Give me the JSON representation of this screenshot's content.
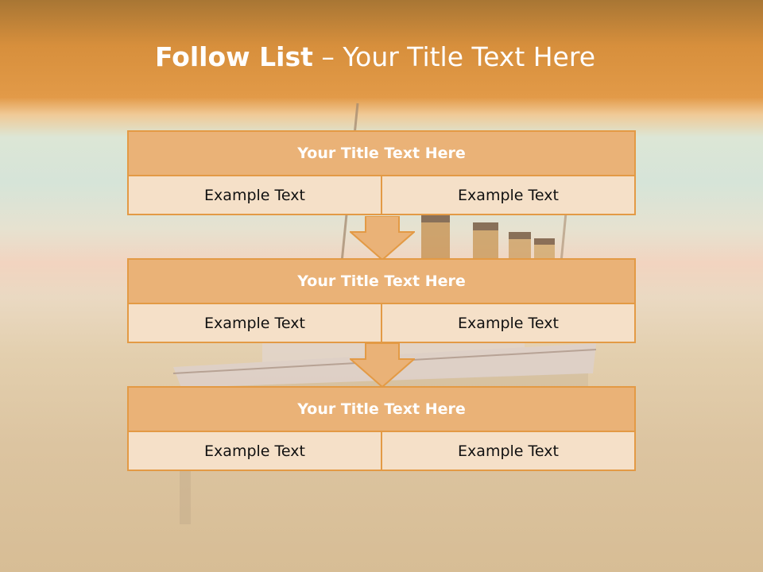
{
  "slide": {
    "title_bold": "Follow List",
    "title_rest": " – Your Title Text Here"
  },
  "steps": [
    {
      "title": "Your Title Text Here",
      "left": "Example Text",
      "right": "Example Text"
    },
    {
      "title": "Your Title Text Here",
      "left": "Example Text",
      "right": "Example Text"
    },
    {
      "title": "Your Title Text Here",
      "left": "Example Text",
      "right": "Example Text"
    }
  ],
  "colors": {
    "accent": "#e39a45",
    "header_fill": "#eab277",
    "row_fill": "#f5e0c8",
    "sky_top": "#d78f3c"
  }
}
